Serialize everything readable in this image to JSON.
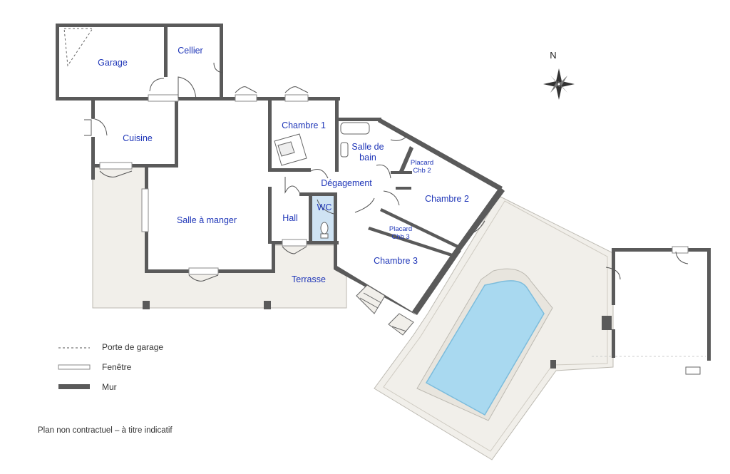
{
  "rooms": {
    "garage": "Garage",
    "cellier": "Cellier",
    "cuisine": "Cuisine",
    "salle_a_manger": "Salle à manger",
    "chambre1": "Chambre 1",
    "salle_de_bain_1": "Salle de",
    "salle_de_bain_2": "bain",
    "degagement": "Dégagement",
    "wc": "WC",
    "hall": "Hall",
    "chambre2": "Chambre 2",
    "chambre3": "Chambre 3",
    "placard2_1": "Placard",
    "placard2_2": "Chb 2",
    "placard3_1": "Placard",
    "placard3_2": "Chb 3",
    "terrasse": "Terrasse"
  },
  "compass": {
    "label": "N"
  },
  "legend": [
    {
      "label": "Porte de garage",
      "style": "dashed"
    },
    {
      "label": "Fenêtre",
      "style": "double"
    },
    {
      "label": "Mur",
      "style": "solid"
    }
  ],
  "note": "Plan non contractuel – à titre indicatif",
  "colors": {
    "wall": "#5a5a5a",
    "floor": "#ffffff",
    "terrace": "#f1efea",
    "wet_room": "#cfe3f3",
    "pool": "#a9d9f0",
    "label": "#1f36b8"
  }
}
